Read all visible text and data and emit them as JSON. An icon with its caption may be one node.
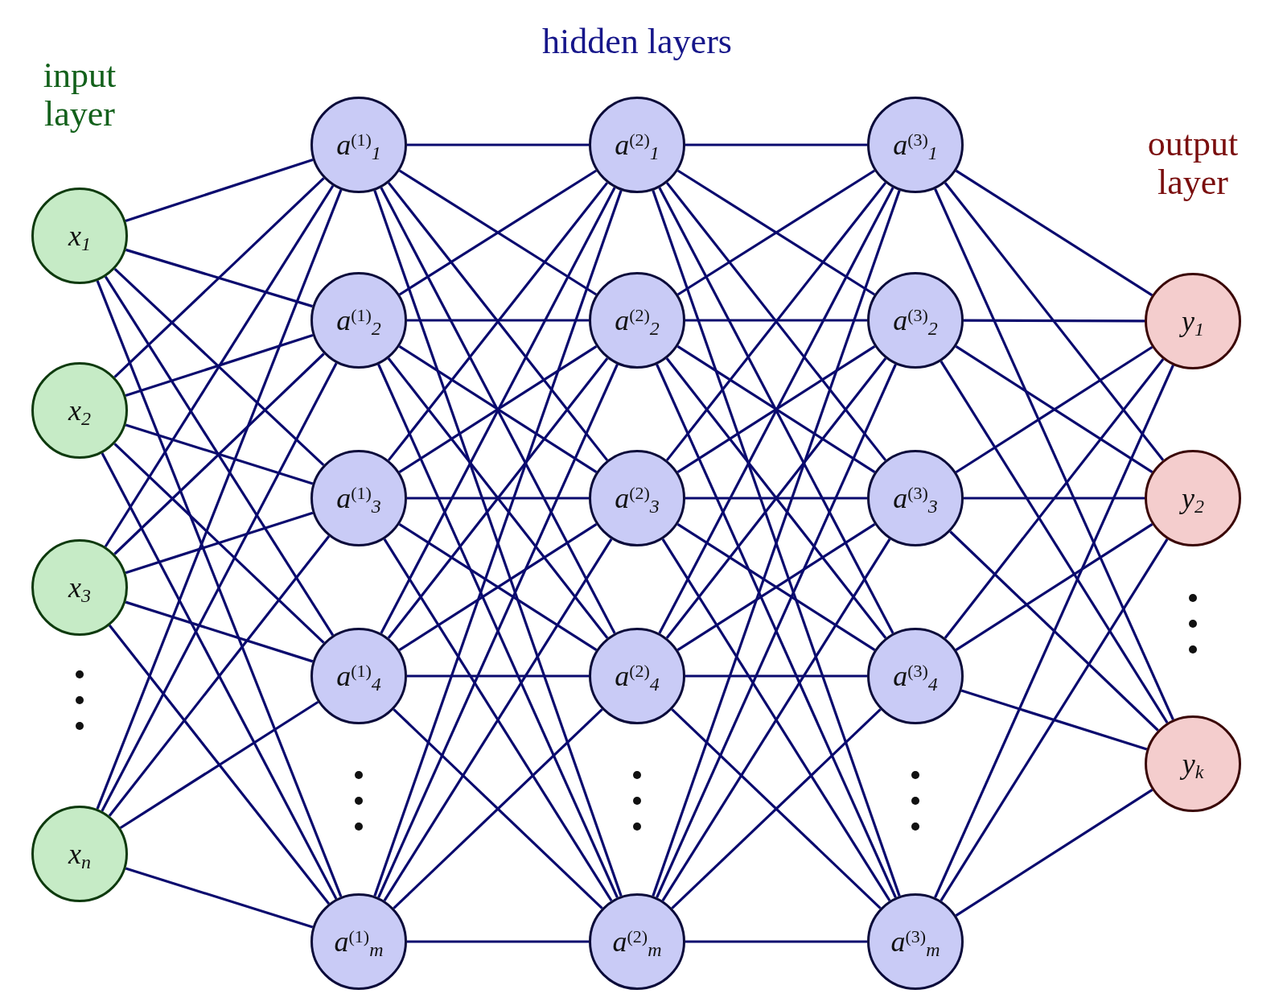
{
  "diagram": {
    "nodes": [
      {
        "text": [
          "*x*$_{1}$"
        ]
      },
      {
        "text": [
          "*x*$_{2}$"
        ]
      },
      {
        "text": [
          "*x*$_{3}$"
        ]
      },
      {
        "text": [
          "*x*$_{n}$"
        ]
      },
      {
        "text": [
          "*a*$^{(1)}$$_{1}$"
        ]
      },
      {
        "text": [
          "*a*$^{(1)}$$_{2}$"
        ]
      },
      {
        "text": [
          "*a*$^{(1)}$$_{3}$"
        ]
      },
      {
        "text": [
          "*a*$^{(1)}$$_{4}$"
        ]
      },
      {
        "text": [
          "*a*$^{(1)}$$_{m}$"
        ]
      },
      {
        "text": [
          "*a*$^{(2)}$$_{1}$"
        ]
      },
      {
        "text": [
          "*a*$^{(2)}$$_{2}$"
        ]
      },
      {
        "text": [
          "*a*$^{(2)}$$_{3}$"
        ]
      },
      {
        "text": [
          "*a*$^{(2)}$$_{4}$"
        ]
      },
      {
        "text": [
          "*a*$^{(2)}$$_{m}$"
        ]
      },
      {
        "text": [
          "*a*$^{(3)}$$_{1}$"
        ]
      },
      {
        "text": [
          "*a*$^{(3)}$$_{2}$"
        ]
      },
      {
        "text": [
          "*a*$^{(3)}$$_{3}$"
        ]
      },
      {
        "text": [
          "*a*$^{(3)}$$_{4}$"
        ]
      },
      {
        "text": [
          "*a*$^{(3)}$$_{m}$"
        ]
      },
      {
        "text": [
          "*y*$_{1}$"
        ]
      },
      {
        "text": [
          "*y*$_{2}$"
        ]
      },
      {
        "text": [
          "*y*$_{k}$"
        ]
      }
    ],
    "edges": [
      {
        "from": 0,
        "to": 4,
        "arrow": "none"
      },
      {
        "from": 0,
        "to": 5,
        "arrow": "none"
      },
      {
        "from": 0,
        "to": 6,
        "arrow": "none"
      },
      {
        "from": 0,
        "to": 7,
        "arrow": "none"
      },
      {
        "from": 0,
        "to": 8,
        "arrow": "none"
      },
      {
        "from": 1,
        "to": 4,
        "arrow": "none"
      },
      {
        "from": 1,
        "to": 5,
        "arrow": "none"
      },
      {
        "from": 1,
        "to": 6,
        "arrow": "none"
      },
      {
        "from": 1,
        "to": 7,
        "arrow": "none"
      },
      {
        "from": 1,
        "to": 8,
        "arrow": "none"
      },
      {
        "from": 2,
        "to": 4,
        "arrow": "none"
      },
      {
        "from": 2,
        "to": 5,
        "arrow": "none"
      },
      {
        "from": 2,
        "to": 6,
        "arrow": "none"
      },
      {
        "from": 2,
        "to": 7,
        "arrow": "none"
      },
      {
        "from": 2,
        "to": 8,
        "arrow": "none"
      },
      {
        "from": 3,
        "to": 4,
        "arrow": "none"
      },
      {
        "from": 3,
        "to": 5,
        "arrow": "none"
      },
      {
        "from": 3,
        "to": 6,
        "arrow": "none"
      },
      {
        "from": 3,
        "to": 7,
        "arrow": "none"
      },
      {
        "from": 3,
        "to": 8,
        "arrow": "none"
      },
      {
        "from": 4,
        "to": 9,
        "arrow": "none"
      },
      {
        "from": 4,
        "to": 10,
        "arrow": "none"
      },
      {
        "from": 4,
        "to": 11,
        "arrow": "none"
      },
      {
        "from": 4,
        "to": 12,
        "arrow": "none"
      },
      {
        "from": 4,
        "to": 13,
        "arrow": "none"
      },
      {
        "from": 5,
        "to": 9,
        "arrow": "none"
      },
      {
        "from": 5,
        "to": 10,
        "arrow": "none"
      },
      {
        "from": 5,
        "to": 11,
        "arrow": "none"
      },
      {
        "from": 5,
        "to": 12,
        "arrow": "none"
      },
      {
        "from": 5,
        "to": 13,
        "arrow": "none"
      },
      {
        "from": 6,
        "to": 9,
        "arrow": "none"
      },
      {
        "from": 6,
        "to": 10,
        "arrow": "none"
      },
      {
        "from": 6,
        "to": 11,
        "arrow": "none"
      },
      {
        "from": 6,
        "to": 12,
        "arrow": "none"
      },
      {
        "from": 6,
        "to": 13,
        "arrow": "none"
      },
      {
        "from": 7,
        "to": 9,
        "arrow": "none"
      },
      {
        "from": 7,
        "to": 10,
        "arrow": "none"
      },
      {
        "from": 7,
        "to": 11,
        "arrow": "none"
      },
      {
        "from": 7,
        "to": 12,
        "arrow": "none"
      },
      {
        "from": 7,
        "to": 13,
        "arrow": "none"
      },
      {
        "from": 8,
        "to": 9,
        "arrow": "none"
      },
      {
        "from": 8,
        "to": 10,
        "arrow": "none"
      },
      {
        "from": 8,
        "to": 11,
        "arrow": "none"
      },
      {
        "from": 8,
        "to": 12,
        "arrow": "none"
      },
      {
        "from": 8,
        "to": 13,
        "arrow": "none"
      },
      {
        "from": 9,
        "to": 14,
        "arrow": "none"
      },
      {
        "from": 9,
        "to": 15,
        "arrow": "none"
      },
      {
        "from": 9,
        "to": 16,
        "arrow": "none"
      },
      {
        "from": 9,
        "to": 17,
        "arrow": "none"
      },
      {
        "from": 9,
        "to": 18,
        "arrow": "none"
      },
      {
        "from": 10,
        "to": 14,
        "arrow": "none"
      },
      {
        "from": 10,
        "to": 15,
        "arrow": "none"
      },
      {
        "from": 10,
        "to": 16,
        "arrow": "none"
      },
      {
        "from": 10,
        "to": 17,
        "arrow": "none"
      },
      {
        "from": 10,
        "to": 18,
        "arrow": "none"
      },
      {
        "from": 11,
        "to": 14,
        "arrow": "none"
      },
      {
        "from": 11,
        "to": 15,
        "arrow": "none"
      },
      {
        "from": 11,
        "to": 16,
        "arrow": "none"
      },
      {
        "from": 11,
        "to": 17,
        "arrow": "none"
      },
      {
        "from": 11,
        "to": 18,
        "arrow": "none"
      },
      {
        "from": 12,
        "to": 14,
        "arrow": "none"
      },
      {
        "from": 12,
        "to": 15,
        "arrow": "none"
      },
      {
        "from": 12,
        "to": 16,
        "arrow": "none"
      },
      {
        "from": 12,
        "to": 17,
        "arrow": "none"
      },
      {
        "from": 12,
        "to": 18,
        "arrow": "none"
      },
      {
        "from": 13,
        "to": 14,
        "arrow": "none"
      },
      {
        "from": 13,
        "to": 15,
        "arrow": "none"
      },
      {
        "from": 13,
        "to": 16,
        "arrow": "none"
      },
      {
        "from": 13,
        "to": 17,
        "arrow": "none"
      },
      {
        "from": 13,
        "to": 18,
        "arrow": "none"
      },
      {
        "from": 14,
        "to": 19,
        "arrow": "none"
      },
      {
        "from": 14,
        "to": 20,
        "arrow": "none"
      },
      {
        "from": 14,
        "to": 21,
        "arrow": "none"
      },
      {
        "from": 15,
        "to": 19,
        "arrow": "none"
      },
      {
        "from": 15,
        "to": 20,
        "arrow": "none"
      },
      {
        "from": 15,
        "to": 21,
        "arrow": "none"
      },
      {
        "from": 16,
        "to": 19,
        "arrow": "none"
      },
      {
        "from": 16,
        "to": 20,
        "arrow": "none"
      },
      {
        "from": 16,
        "to": 21,
        "arrow": "none"
      },
      {
        "from": 17,
        "to": 19,
        "arrow": "none"
      },
      {
        "from": 17,
        "to": 20,
        "arrow": "none"
      },
      {
        "from": 17,
        "to": 21,
        "arrow": "none"
      },
      {
        "from": 18,
        "to": 19,
        "arrow": "none"
      },
      {
        "from": 18,
        "to": 20,
        "arrow": "none"
      },
      {
        "from": 18,
        "to": 21,
        "arrow": "none"
      }
    ],
    "labels": [
      "input layer",
      "hidden layers",
      "output layer"
    ]
  }
}
